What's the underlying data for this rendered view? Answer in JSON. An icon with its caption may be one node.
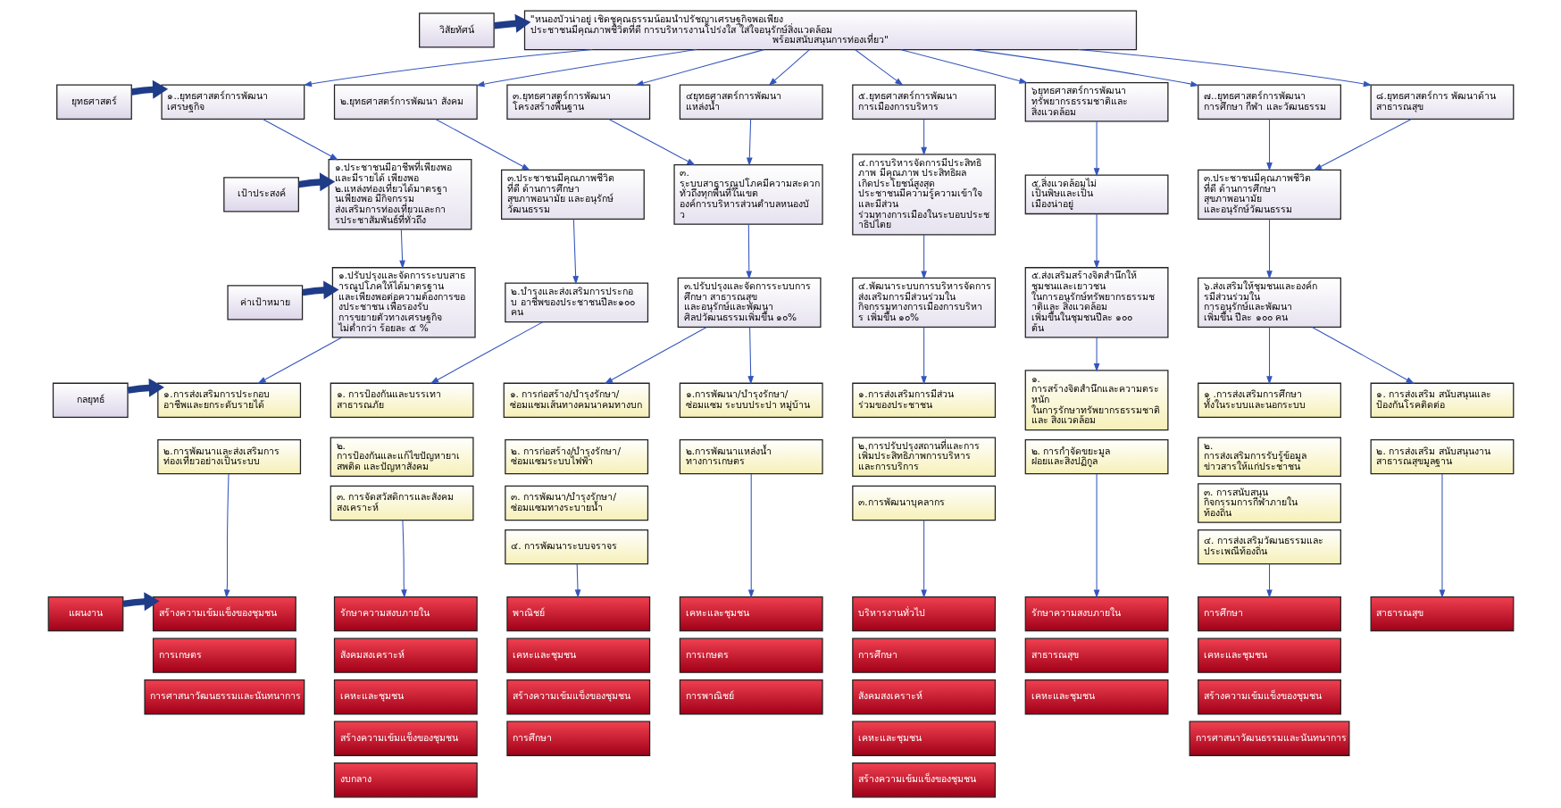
{
  "diagram": {
    "nodes": [
      {
        "text": [
          "วิสัยทัศน์"
        ]
      },
      {
        "text": [
          "\"หนองบัวน่าอยู่ เชิดชูคุณธรรมน้อมนำปรัชญาเศรษฐกิจพอเพียง ประชาชนมีคุณภาพชีวิตที่ดี การบริหารงานโปร่งใส ใส่ใจอนุรักษ์สิ่งแวดล้อม พร้อมสนับสนุนการท่องเที่ยว\""
        ]
      },
      {
        "text": [
          "ยุทธศาสตร์"
        ]
      },
      {
        "text": [
          "๑..ยุทธศาสตร์การพัฒนา เศรษฐกิจ"
        ]
      },
      {
        "text": [
          "๒.ยุทธศาสตร์การพัฒนา สังคม"
        ]
      },
      {
        "text": [
          "๓.ยุทธศาสตร์การพัฒนา โครงสร้างพื้นฐาน"
        ]
      },
      {
        "text": [
          "๔ยุทธศาสตร์การพัฒนา แหล่งน้ำ"
        ]
      },
      {
        "text": [
          "๕.ยุทธศาสตร์การพัฒนา การเมืองการบริหาร"
        ]
      },
      {
        "text": [
          "๖ยุทธศาสตร์การพัฒนา ทรัพยากรธรรมชาติและ สิ่งแวดล้อม"
        ]
      },
      {
        "text": [
          "๗..ยุทธศาสตร์การพัฒนา การศึกษา กีฬา และวัฒนธรรม"
        ]
      },
      {
        "text": [
          "๘.ยุทธศาสตร์การ พัฒนาด้าน สาธารณสุข"
        ]
      },
      {
        "text": [
          "เป้าประสงค์"
        ]
      },
      {
        "text": [
          "๑.ประชาชนมีอาชีพที่เพียงพอและมีรายได้ เพียงพอ",
          "๒.แหล่งท่องเที่ยวได้มาตรฐานเพียงพอ มีกิจกรรม ส่งเสริมการท่องเที่ยวและการประชาสัมพันธ์ที่ทั่วถึง"
        ]
      },
      {
        "text": [
          "๓.ประชาชนมีคุณภาพชีวิต ที่ดี ด้านการศึกษา สุขภาพอนามัย และอนุรักษ์ วัฒนธรรม"
        ]
      },
      {
        "text": [
          "๓. ระบบสาธารณูปโภคมีความสะดวก ทั่วถึงทุกพื้นที่ในเขต องค์การบริหารส่วนตำบลหนองบัว"
        ]
      },
      {
        "text": [
          "๔.การบริหารจัดการมีประสิทธิภาพ มีคุณภาพ ประสิทธิผล เกิดประโยชน์สูงสุด ประชาชนมีความรู้ความเข้าใจและมีส่วน ร่วมทางการเมืองในระบอบประชาธิปไตย"
        ]
      },
      {
        "text": [
          "๕.สิ่งแวดล้อมไม่ เป็นพิษและเป็น เมืองน่าอยู่"
        ]
      },
      {
        "text": [
          "๓.ประชาชนมีคุณภาพชีวิต ที่ดี ด้านการศึกษา สุขภาพอนามัย และอนุรักษ์วัฒนธรรม"
        ]
      },
      {
        "text": [
          "ค่าเป้าหมาย"
        ]
      },
      {
        "text": [
          "๑.ปรับปรุงและจัดการระบบสาธารณูปโภคให้ได้มาตรฐาน และเพียงพอต่อความต้องการของประชาชน เพื่อรองรับ การขยายตัวทางเศรษฐกิจ ไม่ต่ำกว่า ร้อยละ ๕ %"
        ]
      },
      {
        "text": [
          "๒.บำรุงและส่งเสริมการประกอบ อาชีพของประชาชนปีละ๑๐๐ คน"
        ]
      },
      {
        "text": [
          "๓.ปรับปรุงและจัดการระบบการศึกษา สาธารณสุข และอนุรักษ์และพัฒนา ศิลปวัฒนธรรมเพิ่มขึ้น ๑๐%"
        ]
      },
      {
        "text": [
          "๔.พัฒนาระบบการบริหารจัดการ ส่งเสริมการมีส่วนร่วมใน กิจกรรมทางการเมืองการบริหาร เพิ่มขึ้น ๑๐%"
        ]
      },
      {
        "text": [
          "๕.ส่งเสริมสร้างจิตสำนึกให้ชุมชนและเยาวชน ในการอนุรักษ์ทรัพยากรธรรมชาติและ สิ่งแวดล้อม เพิ่มขึ้นในชุมชนปีละ ๑๐๐ ต้น"
        ]
      },
      {
        "text": [
          "๖.ส่งเสริมให้ชุมชนและองค์กรมีส่วนร่วมใน การอนุรักษ์และพัฒนา เพิ่มขึ้น ปีละ ๑๐๐ คน"
        ]
      },
      {
        "text": [
          "กลยุทธ์"
        ]
      },
      {
        "text": [
          "๑.การส่งเสริมการประกอบ อาชีพและยกระดับรายได้"
        ]
      },
      {
        "text": [
          "๒.การพัฒนาและส่งเสริมการ ท่องเที่ยวอย่างเป็นระบบ"
        ]
      },
      {
        "text": [
          "๑. การป้องกันและบรรเทา สาธารณภัย"
        ]
      },
      {
        "text": [
          "๒. การป้องกันและแก้ไขปัญหายาเสพติด และปัญหาสังคม"
        ]
      },
      {
        "text": [
          "๓. การจัดสวัสดิการและสังคม สงเคราะห์"
        ]
      },
      {
        "text": [
          "๑. การก่อสร้าง/บำรุงรักษา/ ซ่อมแซมเส้นทางคมนาคมทางบก"
        ]
      },
      {
        "text": [
          "๒. การก่อสร้าง/บำรุงรักษา/ ซ่อมแซมระบบไฟฟ้า"
        ]
      },
      {
        "text": [
          "๓. การพัฒนา/บำรุงรักษา/ ซ่อมแซมทางระบายน้ำ"
        ]
      },
      {
        "text": [
          "๔. การพัฒนาระบบจราจร"
        ]
      },
      {
        "text": [
          "๑.การพัฒนา/บำรุงรักษา/ ซ่อมแซม ระบบประปา หมู่บ้าน"
        ]
      },
      {
        "text": [
          "๒.การพัฒนาแหล่งน้ำ ทางการเกษตร"
        ]
      },
      {
        "text": [
          "๑.การส่งเสริมการมีส่วน ร่วมของประชาชน"
        ]
      },
      {
        "text": [
          "๒.การปรับปรุงสถานที่และการ เพิ่มประสิทธิภาพการบริหาร และการบริการ"
        ]
      },
      {
        "text": [
          "๓.การพัฒนาบุคลากร"
        ]
      },
      {
        "text": [
          "๑. การสร้างจิตสำนึกและความตระหนัก ในการรักษาทรัพยากรธรรมชาติและ สิ่งแวดล้อม"
        ]
      },
      {
        "text": [
          "๒. การกำจัดขยะมูล ฝอยและสิ่งปฏิกูล"
        ]
      },
      {
        "text": [
          "๑ .การส่งเสริมการศึกษา ทั้งในระบบและนอกระบบ"
        ]
      },
      {
        "text": [
          "๒. การส่งเสริมการรับรู้ข้อมูล ข่าวสารให้แก่ประชาชน"
        ]
      },
      {
        "text": [
          "๓. การสนับสนุน กิจกรรมการกีฬาภายใน ท้องถิ่น"
        ]
      },
      {
        "text": [
          "๔. การส่งเสริมวัฒนธรรมและ ประเพณีท้องถิ่น"
        ]
      },
      {
        "text": [
          "๑. การส่งเสริม สนับสนุนและ ป้องกันโรคติดต่อ"
        ]
      },
      {
        "text": [
          "๒. การส่งเสริม สนับสนุนงาน สาธารณสุขมูลฐาน"
        ]
      },
      {
        "text": [
          "แผนงาน"
        ]
      },
      {
        "text": [
          "สร้างความเข้มแข็งของชุมชน"
        ]
      },
      {
        "text": [
          "รักษาความสงบภายใน"
        ]
      },
      {
        "text": [
          "พาณิชย์"
        ]
      },
      {
        "text": [
          "เคหะและชุมชน"
        ]
      },
      {
        "text": [
          "บริหารงานทั่วไป"
        ]
      },
      {
        "text": [
          "รักษาความสงบภายใน"
        ]
      },
      {
        "text": [
          "การศึกษา"
        ]
      },
      {
        "text": [
          "สาธารณสุข"
        ]
      },
      {
        "text": [
          "การเกษตร"
        ]
      },
      {
        "text": [
          "สังคมสงเคราะห์"
        ]
      },
      {
        "text": [
          "เคหะและชุมชน"
        ]
      },
      {
        "text": [
          "การเกษตร"
        ]
      },
      {
        "text": [
          "การศึกษา"
        ]
      },
      {
        "text": [
          "สาธารณสุข"
        ]
      },
      {
        "text": [
          "เคหะและชุมชน"
        ]
      },
      {
        "text": [
          "การศาสนาวัฒนธรรมและนันทนาการ"
        ]
      },
      {
        "text": [
          "เคหะและชุมชน"
        ]
      },
      {
        "text": [
          "สร้างความเข้มแข็งของชุมชน"
        ]
      },
      {
        "text": [
          "การพาณิชย์"
        ]
      },
      {
        "text": [
          "สังคมสงเคราะห์"
        ]
      },
      {
        "text": [
          "เคหะและชุมชน"
        ]
      },
      {
        "text": [
          "สร้างความเข้มแข็งของชุมชน"
        ]
      },
      {
        "text": [
          "สร้างความเข้มแข็งของชุมชน"
        ]
      },
      {
        "text": [
          "การศึกษา"
        ]
      },
      {
        "text": [
          "เคหะและชุมชน"
        ]
      },
      {
        "text": [
          "การศาสนาวัฒนธรรมและนันทนาการ"
        ]
      },
      {
        "text": [
          "งบกลาง"
        ]
      },
      {
        "text": [
          "สร้างความเข้มแข็งของชุมชน"
        ]
      }
    ],
    "edges": [
      {
        "from": 0,
        "to": 1,
        "arrow": "to",
        "style": "thick",
        "color": "#1f3c88"
      },
      {
        "from": 2,
        "to": 3,
        "arrow": "to",
        "style": "thick",
        "color": "#1f3c88"
      },
      {
        "from": 11,
        "to": 12,
        "arrow": "to",
        "style": "thick",
        "color": "#1f3c88"
      },
      {
        "from": 18,
        "to": 19,
        "arrow": "to",
        "style": "thick",
        "color": "#1f3c88"
      },
      {
        "from": 25,
        "to": 26,
        "arrow": "to",
        "style": "thick",
        "color": "#1f3c88"
      },
      {
        "from": 48,
        "to": 49,
        "arrow": "to",
        "style": "thick",
        "color": "#1f3c88"
      },
      {
        "from": 1,
        "to": 3,
        "arrow": "to"
      },
      {
        "from": 1,
        "to": 4,
        "arrow": "to"
      },
      {
        "from": 1,
        "to": 5,
        "arrow": "to"
      },
      {
        "from": 1,
        "to": 6,
        "arrow": "to"
      },
      {
        "from": 1,
        "to": 7,
        "arrow": "to"
      },
      {
        "from": 1,
        "to": 8,
        "arrow": "to"
      },
      {
        "from": 1,
        "to": 9,
        "arrow": "to"
      },
      {
        "from": 1,
        "to": 10,
        "arrow": "to"
      },
      {
        "from": 3,
        "to": 12,
        "arrow": "to"
      },
      {
        "from": 4,
        "to": 13,
        "arrow": "to"
      },
      {
        "from": 5,
        "to": 14,
        "arrow": "to"
      },
      {
        "from": 6,
        "to": 14,
        "arrow": "to"
      },
      {
        "from": 7,
        "to": 15,
        "arrow": "to"
      },
      {
        "from": 8,
        "to": 16,
        "arrow": "to"
      },
      {
        "from": 9,
        "to": 17,
        "arrow": "to"
      },
      {
        "from": 10,
        "to": 17,
        "arrow": "to"
      },
      {
        "from": 12,
        "to": 19,
        "arrow": "to"
      },
      {
        "from": 13,
        "to": 20,
        "arrow": "to"
      },
      {
        "from": 14,
        "to": 21,
        "arrow": "to"
      },
      {
        "from": 15,
        "to": 22,
        "arrow": "to"
      },
      {
        "from": 16,
        "to": 23,
        "arrow": "to"
      },
      {
        "from": 17,
        "to": 24,
        "arrow": "to"
      },
      {
        "from": 19,
        "to": 26,
        "arrow": "to"
      },
      {
        "from": 20,
        "to": 28,
        "arrow": "to"
      },
      {
        "from": 21,
        "to": 31,
        "arrow": "to"
      },
      {
        "from": 21,
        "to": 35,
        "arrow": "to"
      },
      {
        "from": 22,
        "to": 37,
        "arrow": "to"
      },
      {
        "from": 23,
        "to": 40,
        "arrow": "to"
      },
      {
        "from": 24,
        "to": 42,
        "arrow": "to"
      },
      {
        "from": 24,
        "to": 46,
        "arrow": "to"
      },
      {
        "from": 27,
        "to": 49,
        "arrow": "to"
      },
      {
        "from": 30,
        "to": 50,
        "arrow": "to"
      },
      {
        "from": 34,
        "to": 51,
        "arrow": "to"
      },
      {
        "from": 36,
        "to": 52,
        "arrow": "to"
      },
      {
        "from": 39,
        "to": 53,
        "arrow": "to"
      },
      {
        "from": 41,
        "to": 54,
        "arrow": "to"
      },
      {
        "from": 45,
        "to": 55,
        "arrow": "to"
      },
      {
        "from": 47,
        "to": 56,
        "arrow": "to"
      }
    ]
  }
}
